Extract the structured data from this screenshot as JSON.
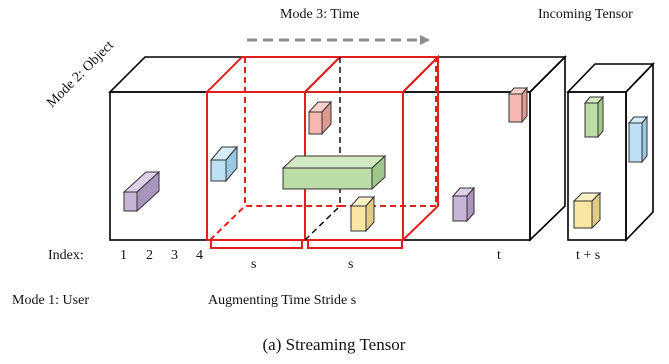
{
  "labels": {
    "mode2": "Mode 2: Object",
    "mode3": "Mode 3: Time",
    "incoming": "Incoming Tensor",
    "index_prefix": "Index:",
    "idx1": "1",
    "idx2": "2",
    "idx3": "3",
    "idx4": "4",
    "stride1": "s",
    "stride2": "s",
    "idx_t": "t",
    "idx_ts": "t + s",
    "mode1": "Mode 1: User",
    "augmenting": "Augmenting Time Stride s",
    "caption": "(a) Streaming Tensor"
  },
  "colors": {
    "red": "#e0201f",
    "arrow_gray": "#8c8c8c",
    "purple": "#c8b4d8",
    "blue": "#bde0f4",
    "pink": "#f4b8b0",
    "green": "#bcdca6",
    "yellow": "#f8e6a2"
  }
}
